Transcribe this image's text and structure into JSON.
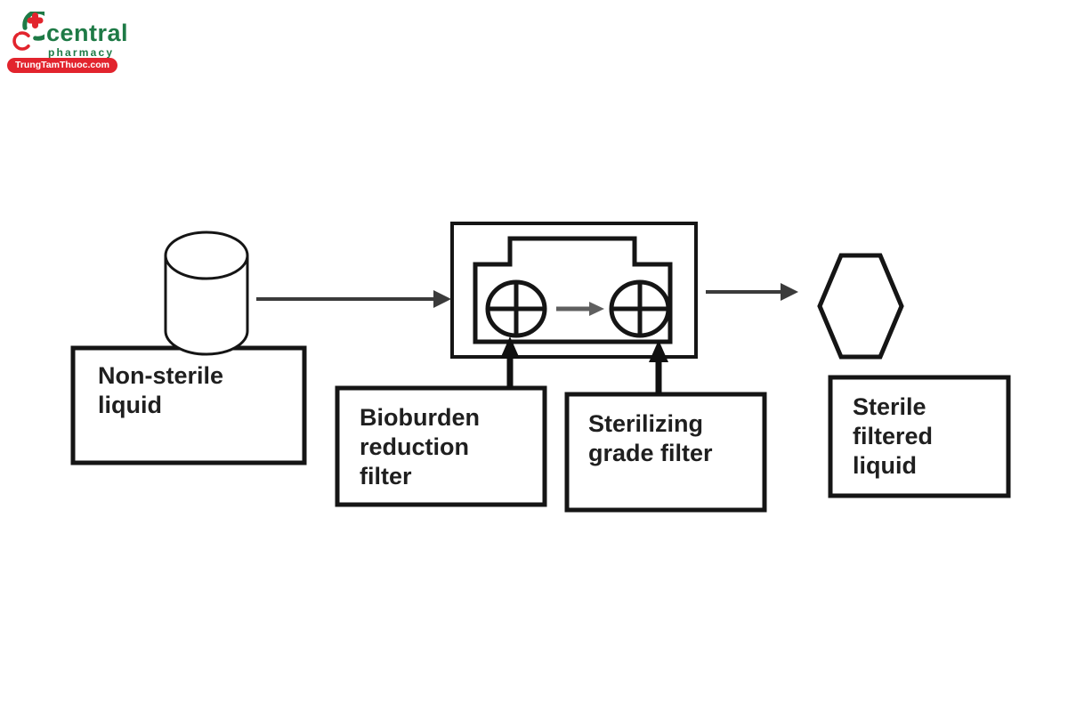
{
  "colors": {
    "background": "#ffffff",
    "stroke_black": "#151515",
    "text": "#1f1f1f",
    "arrow_dark_gray": "#3b3b3b",
    "arrow_mid_gray": "#5f5f5f",
    "brand_green": "#1e7a46",
    "brand_red": "#e2242d"
  },
  "logo": {
    "brand": "central",
    "subtitle": "pharmacy",
    "badge": "TrungTamThuoc.com",
    "mark_icon": "central-pharmacy-c-plus-logo"
  },
  "diagram": {
    "type": "process-flow",
    "source_node": {
      "shape": "cylinder",
      "icon": "cylinder-tank-icon",
      "label_ref": 0
    },
    "filter_unit": {
      "shape": "dual-filter-housing",
      "icon": "filter-housing-icon",
      "filter_symbols": 2,
      "filter_symbol_icon": "circle-cross-filter-icon"
    },
    "output_node": {
      "shape": "hexagon",
      "icon": "hexagon-icon",
      "label_ref": 3
    },
    "labels": [
      {
        "id": "non-sterile-liquid",
        "lines": [
          "Non-sterile",
          "liquid"
        ]
      },
      {
        "id": "bioburden-reduction-filter",
        "lines": [
          "Bioburden",
          "reduction",
          "filter"
        ]
      },
      {
        "id": "sterilizing-grade-filter",
        "lines": [
          "Sterilizing",
          "grade filter"
        ]
      },
      {
        "id": "sterile-filtered-liquid",
        "lines": [
          "Sterile",
          "filtered",
          "liquid"
        ]
      }
    ],
    "flow_arrows": [
      {
        "from": "non-sterile-liquid-tank",
        "to": "filter-housing"
      },
      {
        "from": "bioburden-filter-symbol",
        "to": "sterilizing-filter-symbol"
      },
      {
        "from": "filter-housing",
        "to": "sterile-output-hexagon"
      },
      {
        "from": "bioburden-reduction-filter-label",
        "to": "bioburden-filter-symbol"
      },
      {
        "from": "sterilizing-grade-filter-label",
        "to": "sterilizing-filter-symbol"
      }
    ]
  }
}
